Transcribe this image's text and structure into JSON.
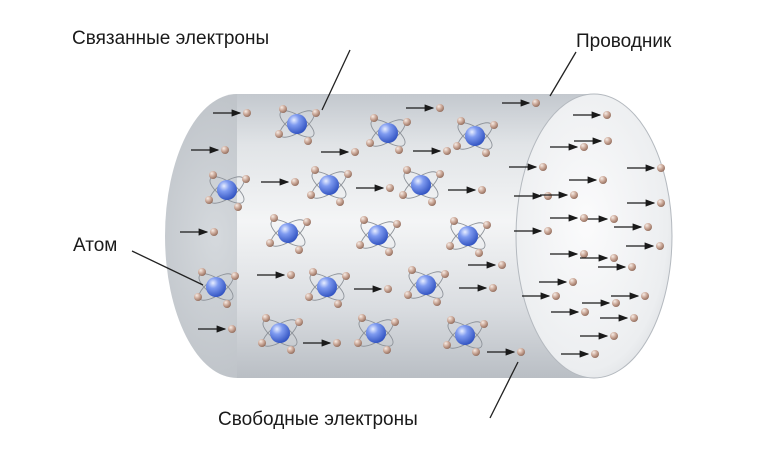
{
  "labels": {
    "bound_electrons": "Связанные электроны",
    "conductor": "Проводник",
    "atom": "Атом",
    "free_electrons": "Свободные электроны"
  },
  "colors": {
    "cylinder_body": "#cfd3d8",
    "cylinder_face": "#eef0f2",
    "nucleus": "#4a6fe0",
    "electron": "#c9a693",
    "arrow": "#1a1a1a"
  }
}
